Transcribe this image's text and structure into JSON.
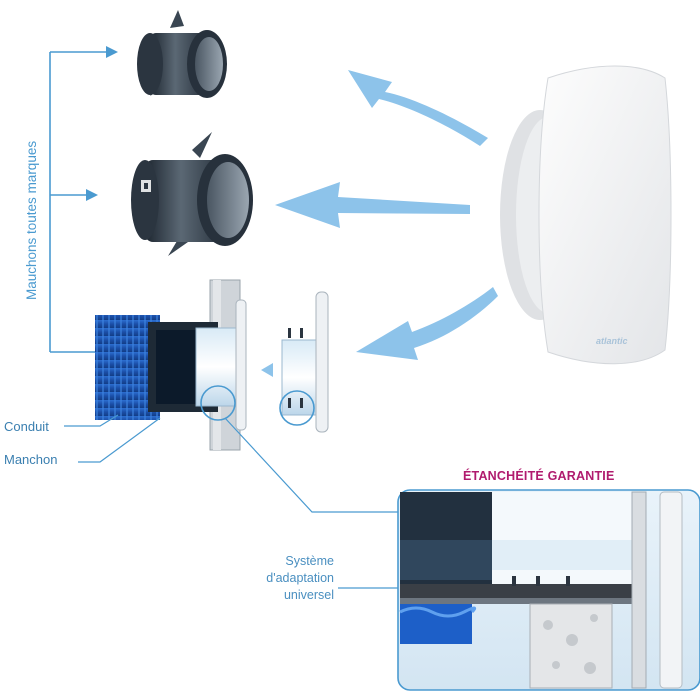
{
  "labels": {
    "vertical": "Mauchons toutes marques",
    "conduit": "Conduit",
    "manchon": "Manchon",
    "zoom_title": "ÉTANCHÉITÉ GARANTIE",
    "zoom_caption": [
      "Système",
      "d'adaptation",
      "universel"
    ],
    "brand": "atlantic"
  },
  "icons": [
    "sleeve-short-icon",
    "sleeve-long-icon",
    "fan-unit-icon",
    "duct-cross-section-icon",
    "magnifier-circle-icon",
    "zoom-detail-icon"
  ],
  "colors": {
    "arrow_fill": "#8dc3ea",
    "line_blue": "#4a9ad0",
    "duct_blue": "#1f57b8",
    "sleeve_dark": "#2e3a47",
    "title_magenta": "#b01b6e",
    "fan_white": "#f1f2f3"
  }
}
